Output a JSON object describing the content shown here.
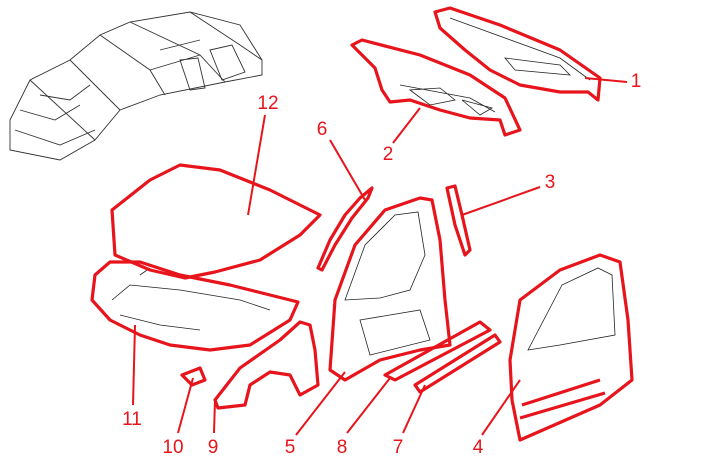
{
  "diagram": {
    "accent_color": "#e8141c",
    "labels": [
      "1",
      "2",
      "3",
      "4",
      "5",
      "6",
      "7",
      "8",
      "9",
      "10",
      "11",
      "12"
    ]
  }
}
